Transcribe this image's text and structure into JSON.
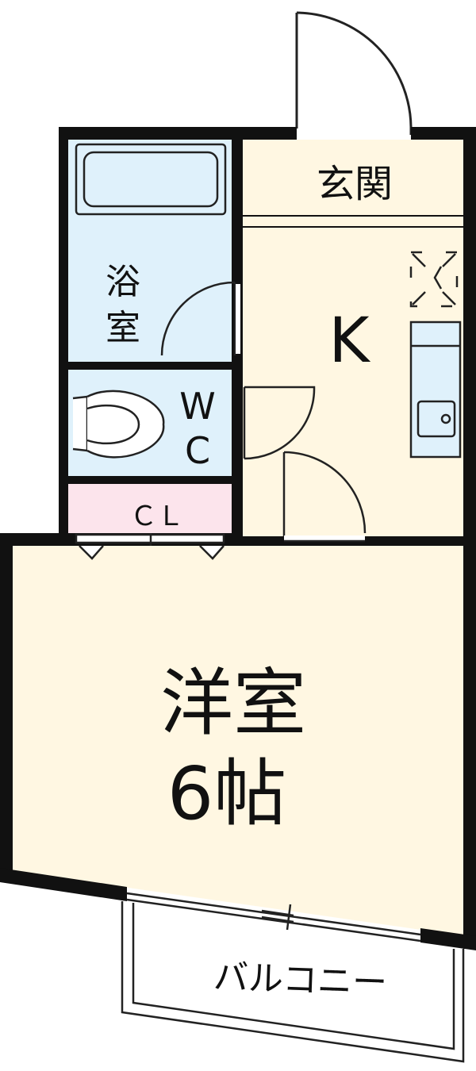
{
  "rooms": {
    "genkan": "玄関",
    "kitchen": "K",
    "bath_line1": "浴",
    "bath_line2": "室",
    "wc_line1": "W",
    "wc_line2": "C",
    "closet": "ＣＬ",
    "western_room_line1": "洋室",
    "western_room_line2": "6帖",
    "balcony": "バルコニー"
  },
  "colors": {
    "wall": "#111111",
    "living_floor": "#fff7e2",
    "wet_area": "#dff1fb",
    "closet": "#fce4ec",
    "balcony_outline": "#222222"
  },
  "icons": {
    "range": "stove-icon",
    "sink": "sink-icon",
    "toilet": "toilet-icon",
    "bathtub": "bathtub-icon"
  }
}
